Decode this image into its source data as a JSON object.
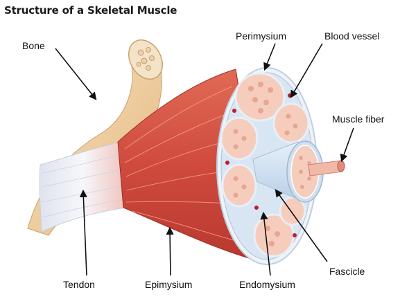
{
  "title": "Structure of a Skeletal Muscle",
  "labels": {
    "bone": "Bone",
    "perimysium": "Perimysium",
    "blood_vessel": "Blood vessel",
    "muscle_fiber": "Muscle fiber",
    "tendon": "Tendon",
    "epimysium": "Epimysium",
    "endomysium": "Endomysium",
    "fascicle": "Fascicle"
  },
  "colors": {
    "muscle": "#c9463a",
    "muscle_light": "#e98a78",
    "bone": "#f0d2a8",
    "tendon": "#eef0f8",
    "fascicle_fill": "#f6cdbd",
    "sheath": "#d4e4f3",
    "blood_vessel": "#b81f2c"
  }
}
